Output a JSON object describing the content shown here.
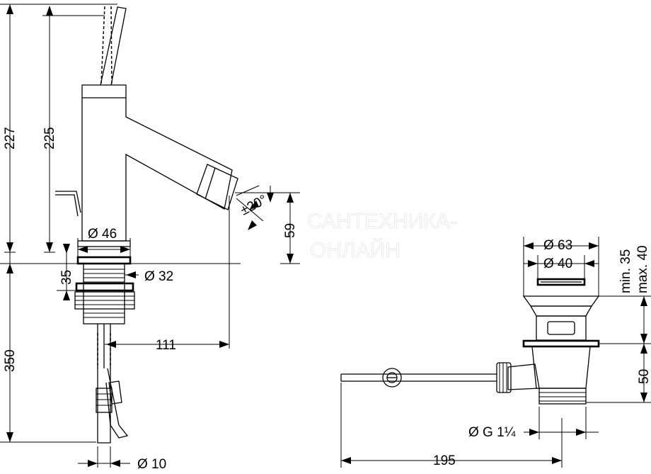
{
  "dimensions": {
    "height_total": "227",
    "height_spout": "225",
    "depth_below": "350",
    "spout_outlet_height": "59",
    "swivel_angle": "±20°",
    "base_diameter": "Ø 46",
    "thread_diameter": "Ø 32",
    "thread_length": "35",
    "spout_reach": "111",
    "hose_diameter": "Ø 10",
    "waste_outer_diameter": "Ø 63",
    "waste_inner_diameter": "Ø 40",
    "waste_min": "min. 35",
    "waste_max": "max. 40",
    "waste_depth": "50",
    "waste_thread": "Ø G 1¼",
    "rod_length": "195"
  },
  "watermark": {
    "line1": "САНТЕХНИКА-",
    "line2": "ОНЛАЙН"
  }
}
